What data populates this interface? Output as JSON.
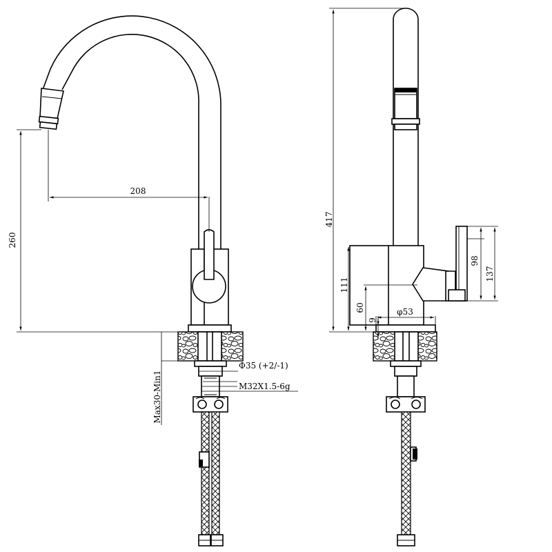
{
  "dimensions": {
    "spout_reach": "208",
    "spout_height": "260",
    "total_height": "417",
    "handle_height": "137",
    "handle_top": "98",
    "body_height": "111",
    "lever_axis_height": "60",
    "base_height": "9",
    "base_diameter": "φ53",
    "hole_diameter": "Φ35 (+2/-1)",
    "thread_spec": "M32X1.5-6g",
    "counter_thickness": "Max30-Min1"
  }
}
